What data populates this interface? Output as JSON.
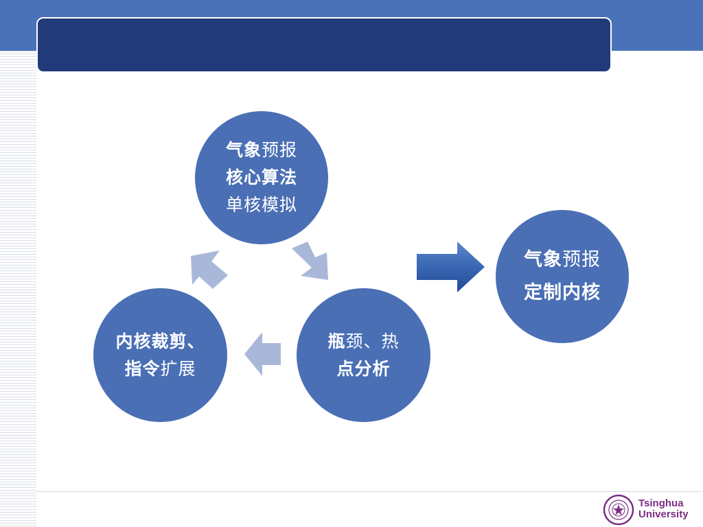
{
  "diagram": {
    "top_circle": {
      "lines": [
        {
          "bold": "气象",
          "normal": "预报"
        },
        {
          "bold": "核心算法",
          "normal": ""
        },
        {
          "bold": "",
          "normal": "单核模拟"
        }
      ]
    },
    "right_circle": {
      "lines": [
        {
          "bold": "瓶",
          "normal": "颈、热"
        },
        {
          "bold": "点分析",
          "normal": ""
        }
      ]
    },
    "left_circle": {
      "lines": [
        {
          "bold": "内核裁剪、",
          "normal": ""
        },
        {
          "bold": "指令",
          "normal": "扩展"
        }
      ]
    },
    "result_circle": {
      "lines": [
        {
          "bold": "气象",
          "normal": "预报"
        },
        {
          "bold": "定制内核",
          "normal": ""
        }
      ]
    }
  },
  "footer": {
    "logo_line1": "Tsinghua",
    "logo_line2": "University"
  },
  "colors": {
    "band": "#4a72b8",
    "title_bar": "#223a7a",
    "circle": "#4a6fb5",
    "cycle_arrow": "#a9b8d9",
    "big_arrow": "#3a67b3",
    "logo": "#7b2e83"
  },
  "icons": {
    "logo": "tsinghua-seal-icon"
  }
}
